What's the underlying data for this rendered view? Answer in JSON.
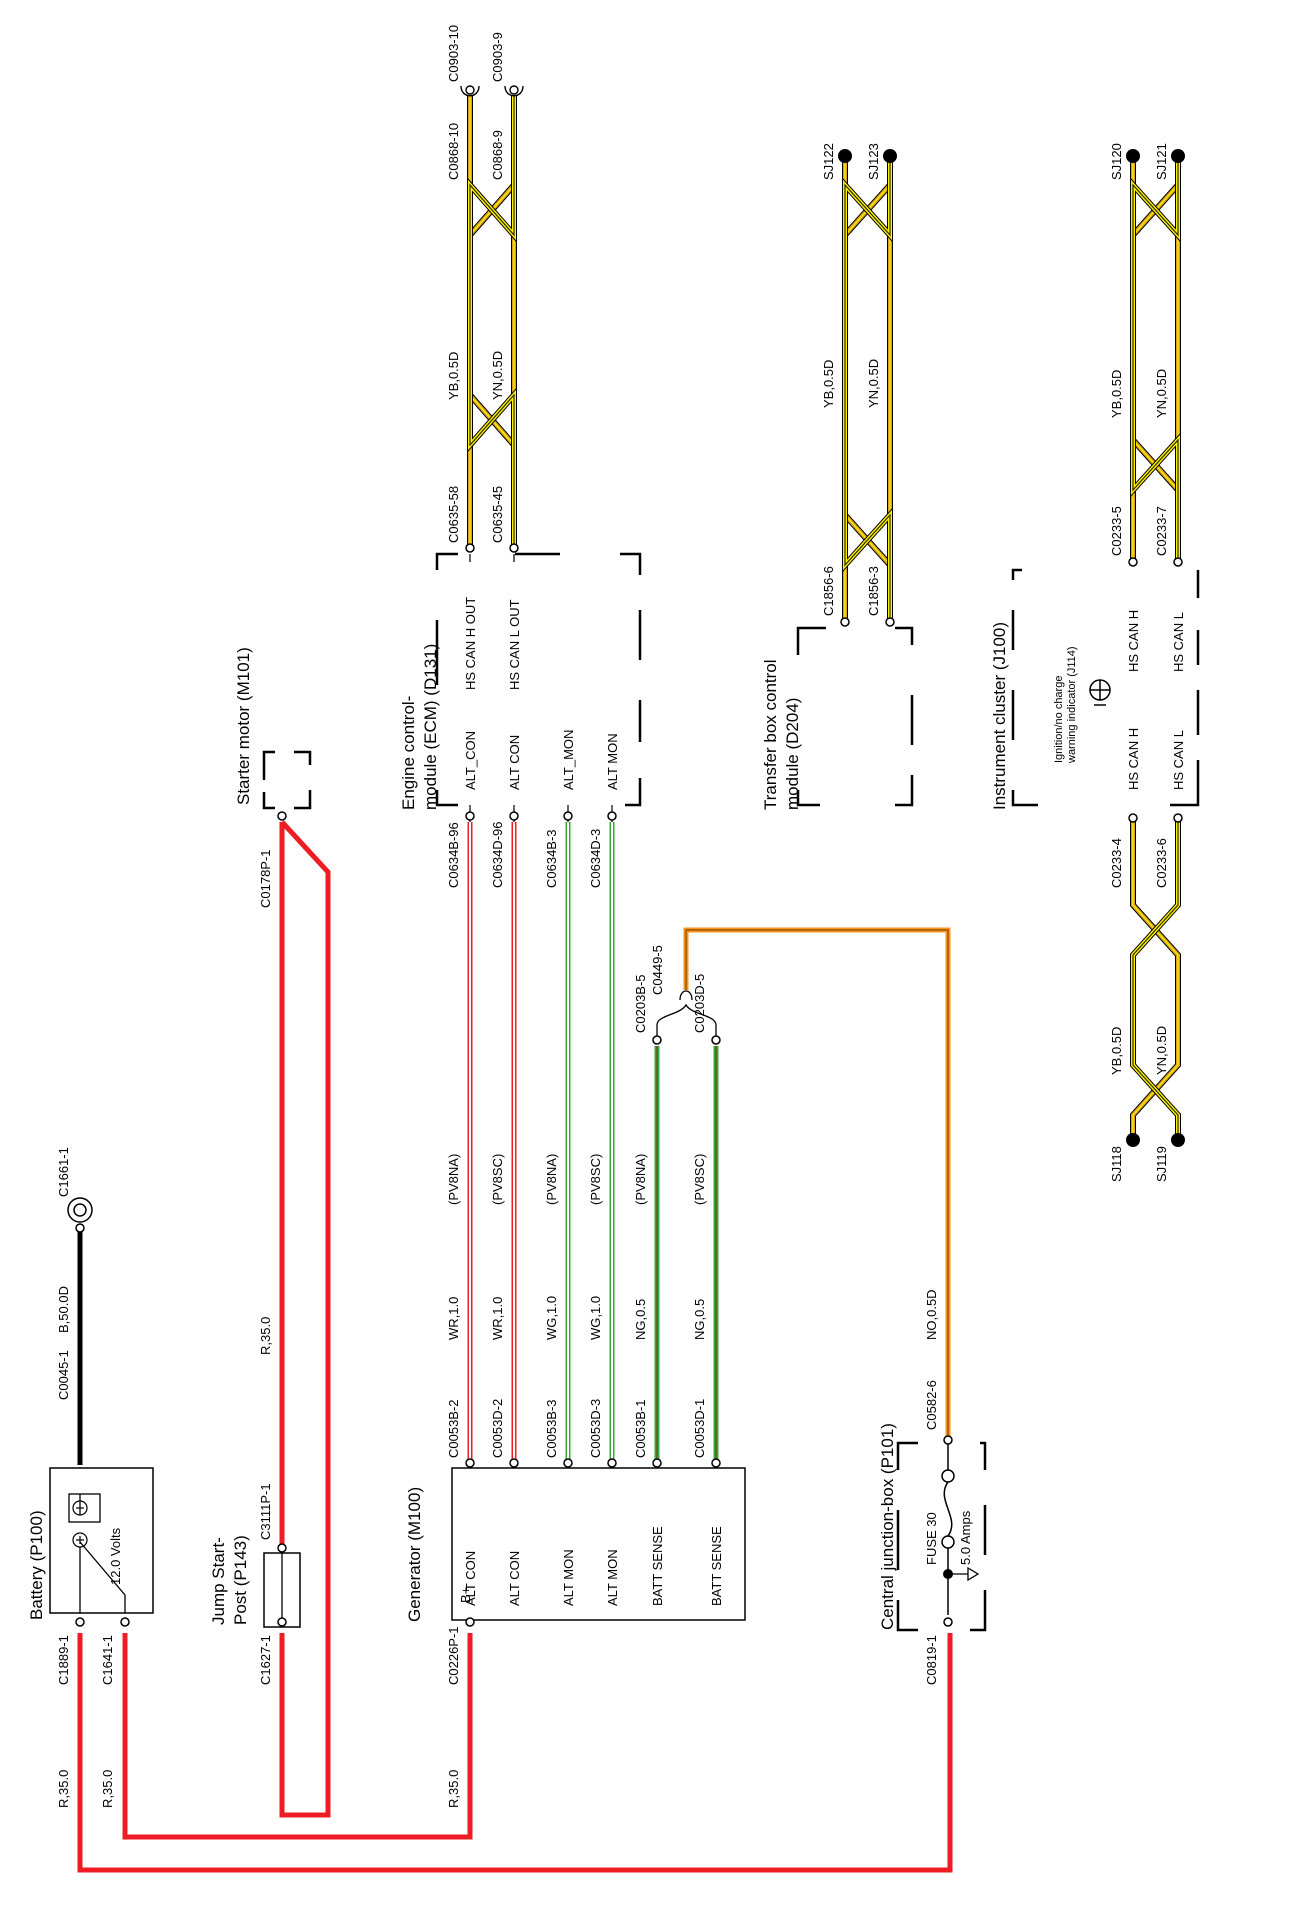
{
  "components": {
    "battery": {
      "title": "Battery (P100)",
      "voltage": "12.0 Volts"
    },
    "jump_start": {
      "title_line1": "Jump Start-",
      "title_line2": "Post (P143)"
    },
    "generator": {
      "title": "Generator (M100)",
      "pins": [
        "B+",
        "ALT CON",
        "ALT CON",
        "ALT MON",
        "ALT MON",
        "BATT SENSE",
        "BATT SENSE"
      ]
    },
    "starter_motor": {
      "title": "Starter motor (M101)"
    },
    "ecm": {
      "title_line1": "Engine control-",
      "title_line2": "module (ECM) (D131)",
      "pins": [
        "ALT_CON",
        "ALT CON",
        "ALT_MON",
        "ALT MON"
      ],
      "can_pins": [
        "HS CAN H OUT",
        "HS CAN L OUT"
      ]
    },
    "transfer_box": {
      "title_line1": "Transfer box control",
      "title_line2": "module (D204)"
    },
    "instrument_cluster": {
      "title": "Instrument cluster (J100)",
      "indicator_line1": "Ignition/no charge",
      "indicator_line2": "warning indicator (J114)",
      "pins": [
        "HS CAN H",
        "HS CAN L",
        "HS CAN H",
        "HS CAN L"
      ]
    },
    "central_junction_box": {
      "title": "Central junction-box (P101)",
      "fuse": "FUSE 30",
      "rating": "5.0 Amps"
    }
  },
  "connectors": {
    "c1661_1": "C1661-1",
    "c0045_1": "C0045-1",
    "c1889_1": "C1889-1",
    "c1641_1": "C1641-1",
    "c3111p_1": "C3111P-1",
    "c1627_1": "C1627-1",
    "c0226p_1": "C0226P-1",
    "c0178p_1": "C0178P-1",
    "c0053b_2": "C0053B-2",
    "c0053d_2": "C0053D-2",
    "c0053b_3": "C0053B-3",
    "c0053d_3": "C0053D-3",
    "c0053b_1": "C0053B-1",
    "c0053d_1": "C0053D-1",
    "c0634b_96": "C0634B-96",
    "c0634d_96": "C0634D-96",
    "c0634b_3": "C0634B-3",
    "c0634d_3": "C0634D-3",
    "c0203b_5": "C0203B-5",
    "c0203d_5": "C0203D-5",
    "c0449_5": "C0449-5",
    "c0582_6": "C0582-6",
    "c0819_1": "C0819-1",
    "c0635_58": "C0635-58",
    "c0635_45": "C0635-45",
    "c0868_10": "C0868-10",
    "c0903_10": "C0903-10",
    "c0868_9": "C0868-9",
    "c0903_9": "C0903-9",
    "c1856_6": "C1856-6",
    "c1856_3": "C1856-3",
    "sj122": "SJ122",
    "sj123": "SJ123",
    "c0233_5": "C0233-5",
    "c0233_7": "C0233-7",
    "c0233_4": "C0233-4",
    "c0233_6": "C0233-6",
    "sj120": "SJ120",
    "sj121": "SJ121",
    "sj118": "SJ118",
    "sj119": "SJ119"
  },
  "wires": {
    "r35": "R,35.0",
    "b50": "B,50.0D",
    "wr10": "WR,1.0",
    "wg10": "WG,1.0",
    "ng05": "NG,0.5",
    "no05": "NO,0.5D",
    "yb05": "YB,0.5D",
    "yn05": "YN,0.5D",
    "pv8na": "(PV8NA)",
    "pv8sc": "(PV8SC)"
  },
  "colors": {
    "red": "#ee1c24",
    "black": "#000000",
    "white": "#ffffff",
    "green": "#39a935",
    "orange": "#f7941d",
    "yellow": "#fff200",
    "ochre": "#d8a31a"
  }
}
